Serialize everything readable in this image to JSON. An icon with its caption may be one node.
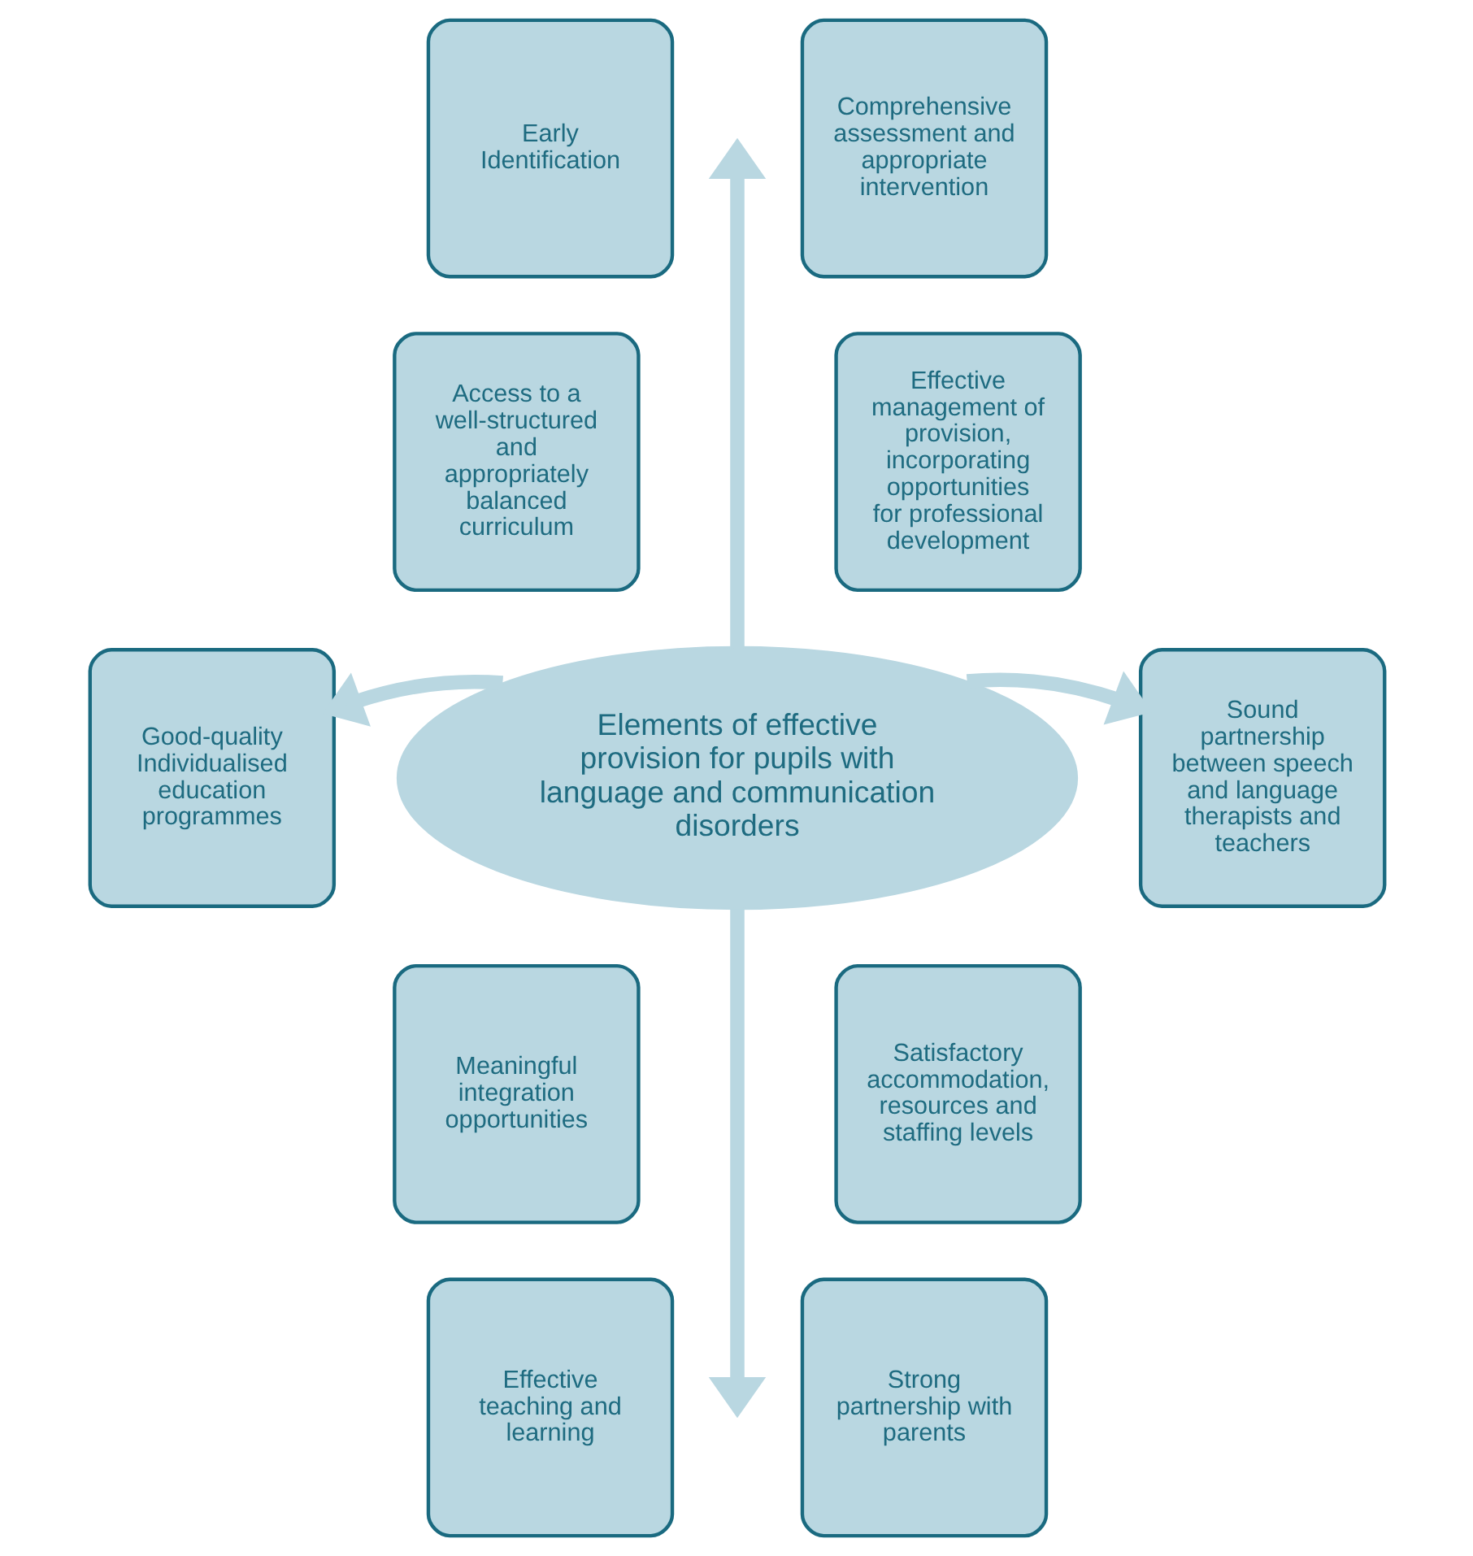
{
  "diagram": {
    "nodes": [
      {
        "text": [
          "Early Identification"
        ]
      },
      {
        "text": [
          "Comprehensive assessment and appropriate intervention"
        ]
      },
      {
        "text": [
          "Access to a well-structured and appropriately balanced curriculum"
        ]
      },
      {
        "text": [
          "Effective management of provision, incorporating opportunities for professional development"
        ]
      },
      {
        "text": [
          "Good-quality Individualised education programmes"
        ]
      },
      {
        "text": [
          "Elements of effective provision for pupils with language and communication disorders"
        ]
      },
      {
        "text": [
          "Sound partnership between speech and language therapists and teachers"
        ]
      },
      {
        "text": [
          "Meaningful integration opportunities"
        ]
      },
      {
        "text": [
          "Satisfactory accommodation, resources and staffing levels"
        ]
      },
      {
        "text": [
          "Effective teaching and learning"
        ]
      },
      {
        "text": [
          "Strong partnership with parents"
        ]
      }
    ],
    "edges": [
      {
        "from": 5,
        "to": null,
        "arrow": "to"
      },
      {
        "from": 5,
        "to": 4,
        "arrow": "to"
      },
      {
        "from": 5,
        "to": 6,
        "arrow": "to"
      },
      {
        "from": 5,
        "to": null,
        "arrow": "to"
      }
    ]
  }
}
